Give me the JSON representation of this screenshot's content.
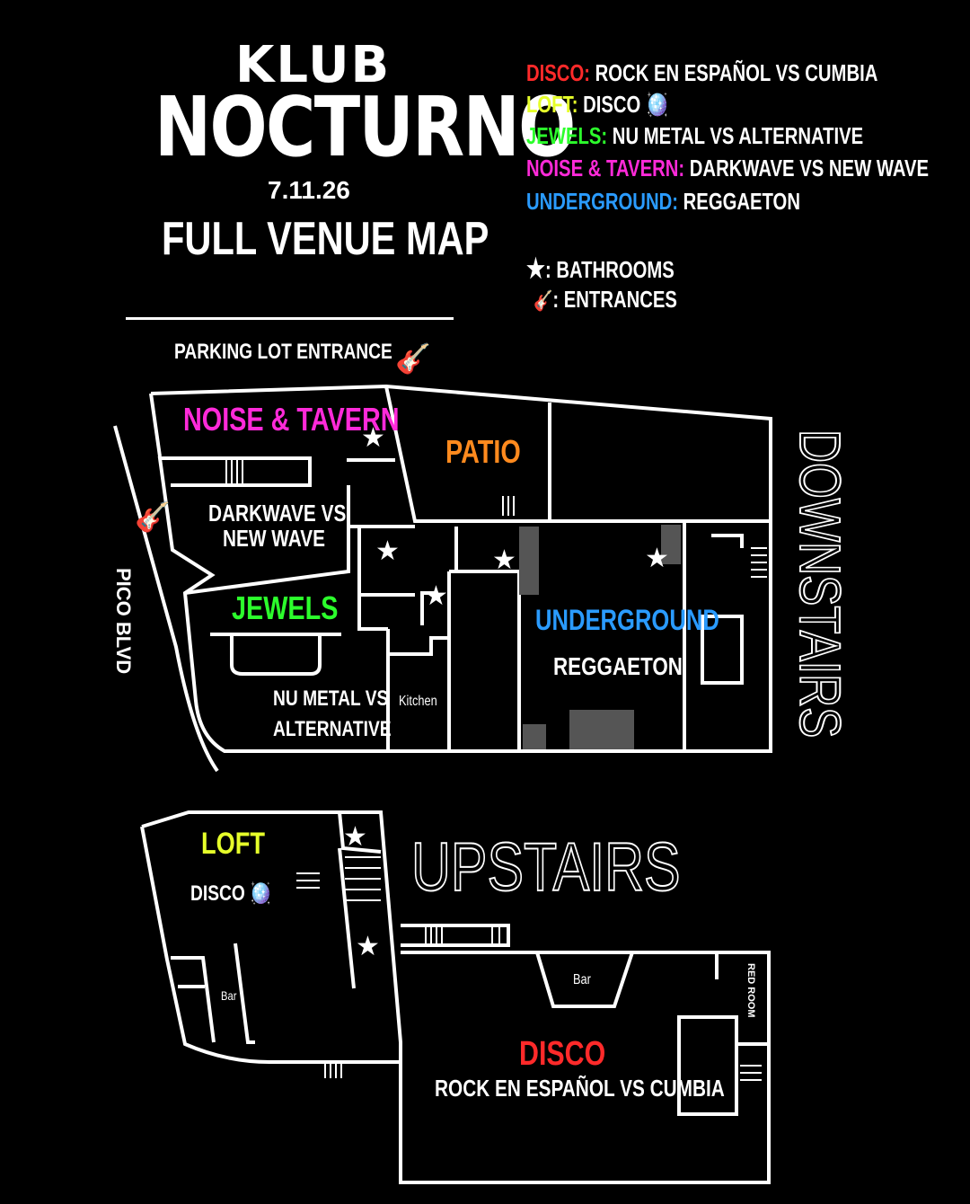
{
  "header": {
    "title_top": "KLUB",
    "title_main": "NOCTURNO",
    "date": "7.11.26",
    "subtitle": "FULL VENUE MAP"
  },
  "legend": {
    "rooms": [
      {
        "room": "DISCO:",
        "genre": "ROCK EN ESPAÑOL VS CUMBIA",
        "color": "#ff2a2a"
      },
      {
        "room": "LOFT:",
        "genre": "DISCO 🪩",
        "color": "#e6ff2a"
      },
      {
        "room": "JEWELS:",
        "genre": "NU METAL VS  ALTERNATIVE",
        "color": "#2cff2c"
      },
      {
        "room": "NOISE & TAVERN:",
        "genre": "DARKWAVE VS NEW WAVE",
        "color": "#ff2ad9"
      },
      {
        "room": "UNDERGROUND:",
        "genre": "REGGAETON",
        "color": "#2a9bff"
      }
    ],
    "bathrooms": ": BATHROOMS",
    "entrances": ": ENTRANCES"
  },
  "map": {
    "parking_entrance": "PARKING LOT ENTRANCE",
    "street": "PICO BLVD",
    "downstairs": "DOWNSTAIRS",
    "upstairs": "UPSTAIRS",
    "rooms": {
      "noise_tavern": {
        "name": "NOISE & TAVERN",
        "line1": "DARKWAVE VS",
        "line2": "NEW WAVE",
        "color": "#ff2ad9"
      },
      "patio": {
        "name": "PATIO",
        "color": "#ff8a1e"
      },
      "jewels": {
        "name": "JEWELS",
        "line1": "NU METAL VS",
        "line2": "ALTERNATIVE",
        "color": "#2cff2c"
      },
      "underground": {
        "name": "UNDERGROUND",
        "genre": "REGGAETON",
        "color": "#2a9bff"
      },
      "kitchen": "Kitchen",
      "loft": {
        "name": "LOFT",
        "genre": "DISCO",
        "color": "#e6ff2a"
      },
      "loft_bar": "Bar",
      "disco": {
        "name": "DISCO",
        "genre": "ROCK EN ESPAÑOL VS CUMBIA",
        "color": "#ff2a2a"
      },
      "disco_bar": "Bar",
      "red_room": "RED ROOM"
    }
  }
}
